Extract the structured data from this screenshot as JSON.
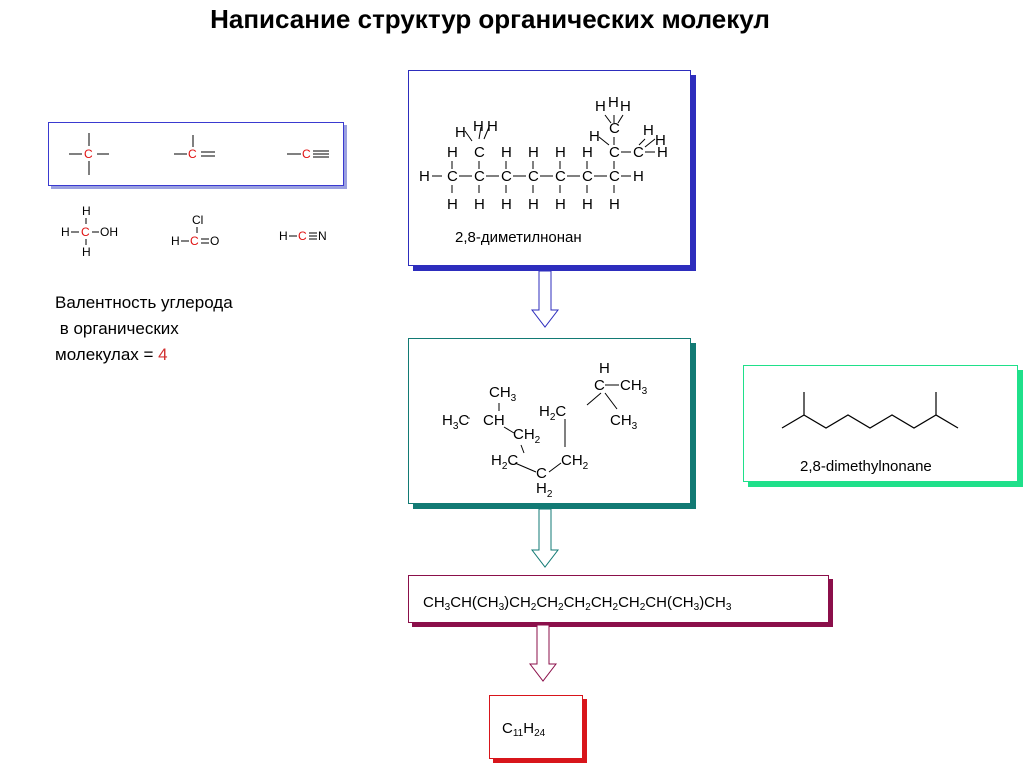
{
  "title": "Написание структур органических молекул",
  "valence": {
    "line1": "Валентность углерода",
    "line2": " в органических",
    "line3": "молекулах = ",
    "value": "4"
  },
  "boxes": {
    "structural_name": "2,8-диметилнонан",
    "skeletal_name": "2,8-dimethylnonane",
    "condensed_formula": {
      "parts": [
        "CH",
        "3",
        "CH(CH",
        "3",
        ")CH",
        "2",
        "CH",
        "2",
        "CH",
        "2",
        "CH",
        "2",
        "CH",
        "2",
        "CH(CH",
        "3",
        ")CH",
        "3"
      ]
    },
    "molecular_formula": {
      "c": "C",
      "c_count": "11",
      "h": "H",
      "h_count": "24"
    }
  },
  "bond_examples": {
    "carbon": "C",
    "methanol": {
      "h": "H",
      "oh": "OH"
    },
    "acyl": {
      "cl": "Cl",
      "h": "H",
      "o": "O"
    },
    "hcn": {
      "h": "H",
      "n": "N"
    }
  },
  "colors": {
    "blue": "#2d2dbd",
    "teal": "#127a74",
    "green": "#1fe08a",
    "maroon": "#8b0f4a",
    "red": "#d8151b",
    "carbon_red": "#e01010"
  },
  "icons": [
    "down-arrow-icon"
  ]
}
